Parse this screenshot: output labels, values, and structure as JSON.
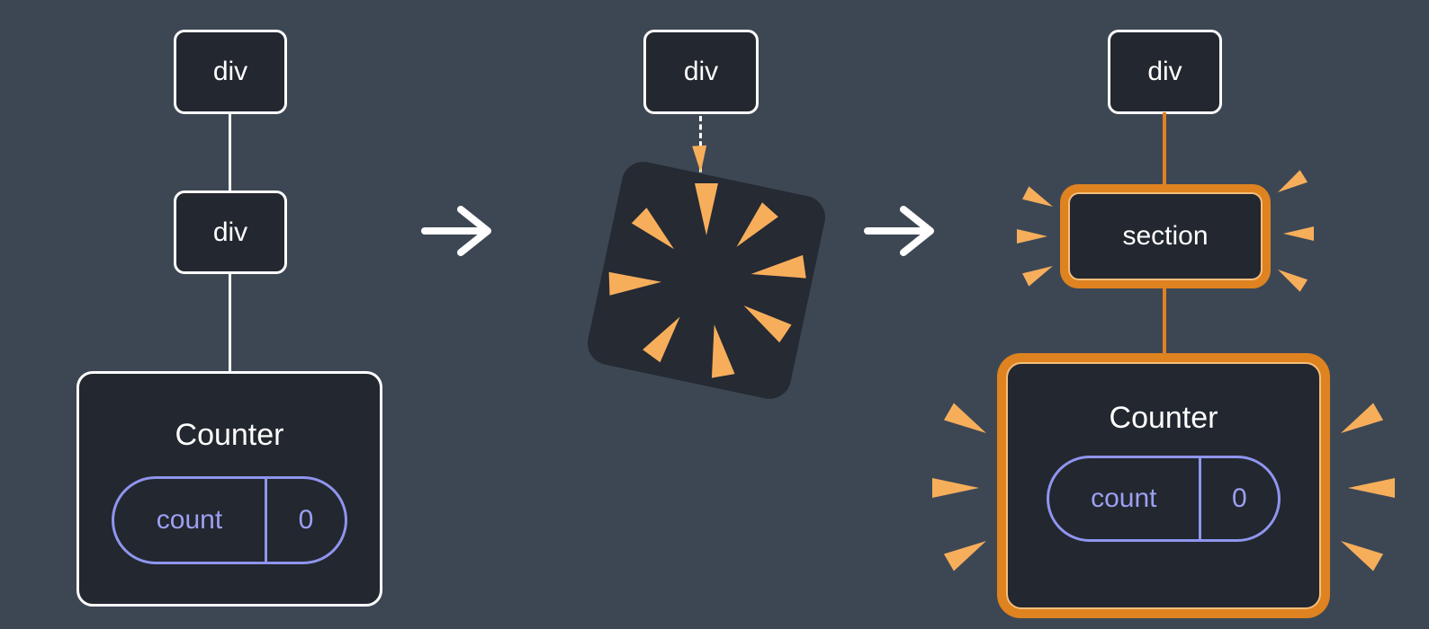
{
  "diagram": {
    "before": {
      "root_label": "div",
      "child_label": "div",
      "counter_title": "Counter",
      "state_key": "count",
      "state_value": "0"
    },
    "during": {
      "root_label": "div",
      "destroyed_node": "poof-burst"
    },
    "after": {
      "root_label": "div",
      "section_label": "section",
      "counter_title": "Counter",
      "state_key": "count",
      "state_value": "0"
    },
    "icons": {
      "arrow_1": "right-arrow",
      "arrow_2": "right-arrow",
      "sparks": "highlight-sparks"
    },
    "colors": {
      "background": "#3D4754",
      "node_fill": "#23272F",
      "node_border": "#FFFFFF",
      "state_accent": "#8F95EE",
      "state_text": "#9BA0F2",
      "highlight_orange": "#DF8220",
      "highlight_inner": "#F3BE7C",
      "spark_orange": "#F7AE5B",
      "text": "#FFFFFF"
    }
  }
}
